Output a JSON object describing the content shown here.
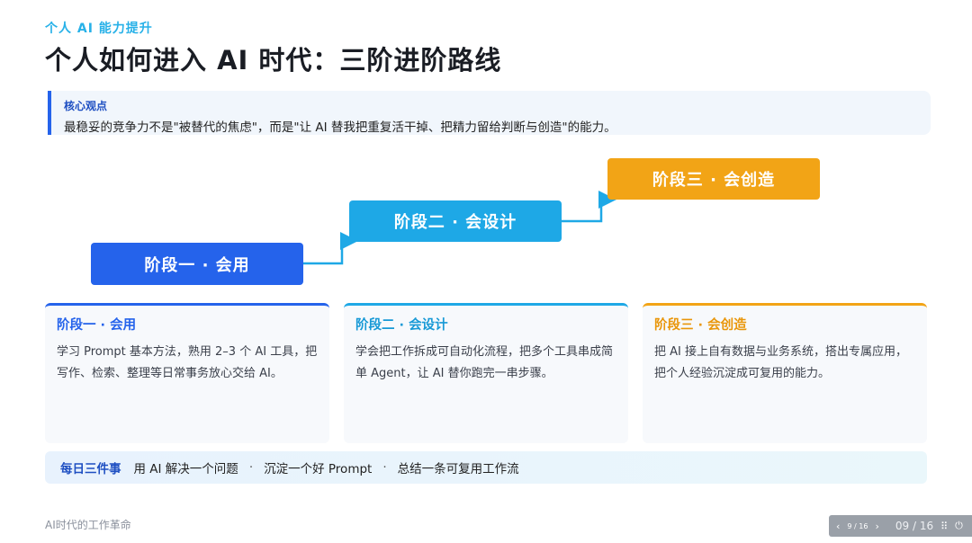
{
  "header": {
    "kicker": "个人 AI 能力提升",
    "title": "个人如何进入 AI 时代：三阶进阶路线"
  },
  "callout": {
    "label": "核心观点",
    "text": "最稳妥的竞争力不是\"被替代的焦虑\"，而是\"让 AI 替我把重复活干掉、把精力留给判断与创造\"的能力。"
  },
  "stages": [
    {
      "label": "阶段一 · 会用",
      "color": "#2563eb"
    },
    {
      "label": "阶段二 · 会设计",
      "color": "#1ea8e6"
    },
    {
      "label": "阶段三 · 会创造",
      "color": "#f2a416"
    }
  ],
  "cards": [
    {
      "title": "阶段一 · 会用",
      "text": "学习 Prompt 基本方法，熟用 2–3 个 AI 工具，把写作、检索、整理等日常事务放心交给 AI。"
    },
    {
      "title": "阶段二 · 会设计",
      "text": "学会把工作拆成可自动化流程，把多个工具串成简单 Agent，让 AI 替你跑完一串步骤。"
    },
    {
      "title": "阶段三 · 会创造",
      "text": "把 AI 接上自有数据与业务系统，搭出专属应用，把个人经验沉淀成可复用的能力。"
    }
  ],
  "daily": {
    "label": "每日三件事",
    "items": [
      "用 AI 解决一个问题",
      "沉淀一个好 Prompt",
      "总结一条可复用工作流"
    ],
    "separator": "·"
  },
  "footer": {
    "text": "AI时代的工作革命"
  },
  "pager": {
    "prev": "‹",
    "mini": "9 / 16",
    "next": "›",
    "page": "09 / 16",
    "grid": "⠿",
    "power": "⏻"
  }
}
